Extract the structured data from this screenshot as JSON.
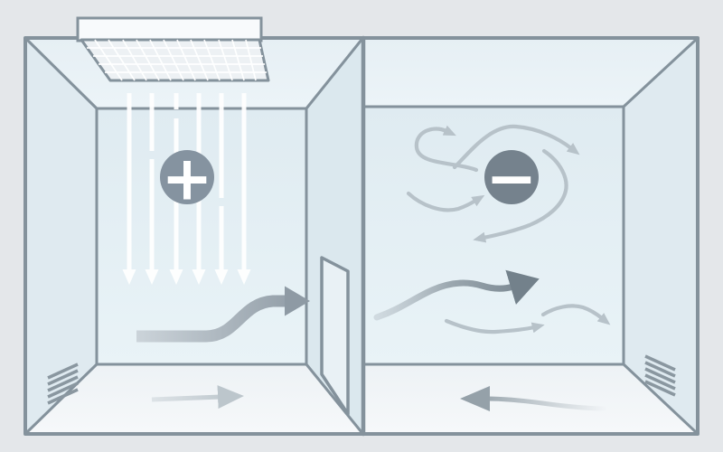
{
  "diagram": {
    "title": "Two-room air pressure and airflow diagram",
    "background_color": "#e4e7ea",
    "outline_color": "#84929c",
    "left_room": {
      "name": "positive-pressure room",
      "pressure_symbol": "+",
      "badge_color": "#8593a0",
      "airflow": {
        "supply": "ceiling HEPA diffuser blowing air downward, 6 white arrows",
        "outflow": "S-shaped gray arrow flowing right through open door",
        "floor_flow": "light gray arrow pointing right",
        "exhaust": "louvered grille low on left wall"
      }
    },
    "right_room": {
      "name": "negative-pressure room",
      "pressure_symbol": "−",
      "badge_color": "#75828d",
      "airflow": {
        "inflow": "dark wavy arrow pointing right from door",
        "turbulence": "four light swirl arrows around badge",
        "secondary": "two light wavy arrows pointing right",
        "floor_flow": "gray arrow pointing left",
        "exhaust": "louvered grille low on right wall"
      }
    },
    "door": {
      "state": "open",
      "location": "center divider wall"
    },
    "arrow_colors": {
      "light": "#b7c2c9",
      "dark": "#74828c",
      "supply": "#ffffff"
    }
  }
}
